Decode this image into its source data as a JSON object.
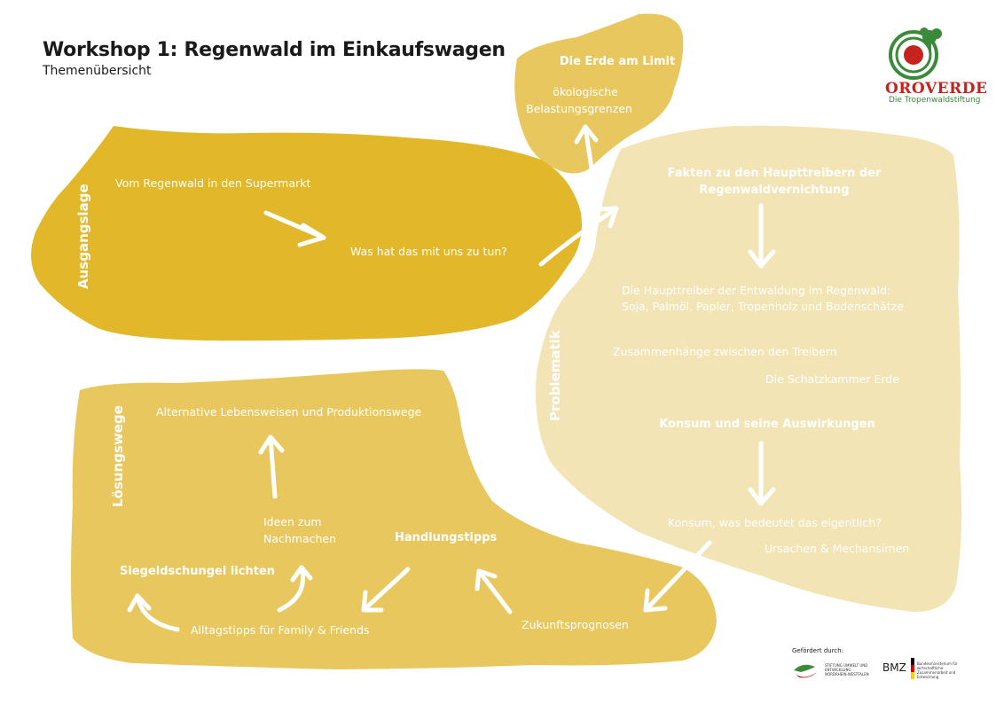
{
  "header": {
    "title": "Workshop 1: Regenwald im Einkaufswagen",
    "subtitle": "Themenübersicht"
  },
  "logo": {
    "name": "OROVERDE",
    "tagline": "Die Tropenwaldstiftung"
  },
  "sponsors": {
    "label": "Gefördert durch:",
    "nrw_text": "STIFTUNG UMWELT UND ENTWICKLUNG NORDRHEIN-WESTFALEN",
    "bmz_label": "BMZ",
    "bmz_text": "Bundesministerium für wirtschaftliche Zusammenarbeit und Entwicklung"
  },
  "colors": {
    "dark": "#e2b82a",
    "mid": "#e8c85e",
    "light": "#f2e4b4",
    "brand_red": "#c4241c",
    "brand_green": "#3a8a3a"
  },
  "areas": {
    "ausgangslage": {
      "label": "Ausgangslage",
      "item1": "Vom Regenwald in den Supermarkt",
      "item2": "Was hat das mit uns zu tun?"
    },
    "erde": {
      "title": "Die Erde am Limit",
      "item_line1": "ökologische",
      "item_line2": "Belastungsgrenzen"
    },
    "problematik": {
      "label": "Problematik",
      "heading1_line1": "Fakten zu den Haupttreibern der",
      "heading1_line2": "Regenwaldvernichtung",
      "item1_line1": "Die Haupttreiber der Entwaldung im Regenwald:",
      "item1_line2": "Soja, Palmöl, Papier, Tropenholz und Bodenschätze",
      "item2": "Zusammenhänge zwischen den Treibern",
      "item3": "Die Schatzkammer Erde",
      "heading2": "Konsum und seine Auswirkungen",
      "item4": "Konsum, was bedeutet das eigentlich?",
      "item5": "Ursachen & Mechansimen"
    },
    "loesungswege": {
      "label": "Lösungswege",
      "item1": "Alternative Lebensweisen und Produktionswege",
      "item2_line1": "Ideen zum",
      "item2_line2": "Nachmachen",
      "heading1": "Handlungstipps",
      "heading2": "Siegeldschungel lichten",
      "item3": "Alltagstipps für Family & Friends",
      "item4": "Zukunftsprognosen"
    }
  }
}
